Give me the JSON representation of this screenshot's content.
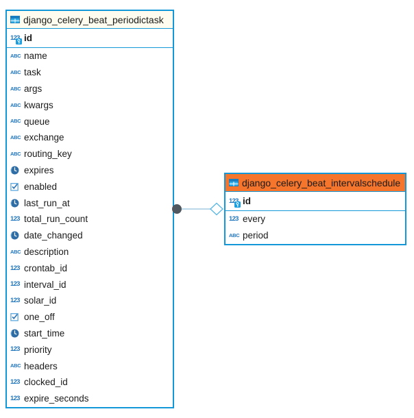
{
  "tables": [
    {
      "title": "django_celery_beat_periodictask",
      "header_bg": "#fdfcee",
      "key_fields": [
        {
          "name": "id",
          "icon": "numeric-key-icon"
        }
      ],
      "fields": [
        {
          "name": "name",
          "icon": "text-icon"
        },
        {
          "name": "task",
          "icon": "text-icon"
        },
        {
          "name": "args",
          "icon": "text-icon"
        },
        {
          "name": "kwargs",
          "icon": "text-icon"
        },
        {
          "name": "queue",
          "icon": "text-icon"
        },
        {
          "name": "exchange",
          "icon": "text-icon"
        },
        {
          "name": "routing_key",
          "icon": "text-icon"
        },
        {
          "name": "expires",
          "icon": "datetime-icon"
        },
        {
          "name": "enabled",
          "icon": "boolean-icon"
        },
        {
          "name": "last_run_at",
          "icon": "datetime-icon"
        },
        {
          "name": "total_run_count",
          "icon": "numeric-icon"
        },
        {
          "name": "date_changed",
          "icon": "datetime-icon"
        },
        {
          "name": "description",
          "icon": "text-icon"
        },
        {
          "name": "crontab_id",
          "icon": "numeric-icon"
        },
        {
          "name": "interval_id",
          "icon": "numeric-icon"
        },
        {
          "name": "solar_id",
          "icon": "numeric-icon"
        },
        {
          "name": "one_off",
          "icon": "boolean-icon"
        },
        {
          "name": "start_time",
          "icon": "datetime-icon"
        },
        {
          "name": "priority",
          "icon": "numeric-icon"
        },
        {
          "name": "headers",
          "icon": "text-icon"
        },
        {
          "name": "clocked_id",
          "icon": "numeric-icon"
        },
        {
          "name": "expire_seconds",
          "icon": "numeric-icon"
        }
      ]
    },
    {
      "title": "django_celery_beat_intervalschedule",
      "header_bg": "#f4752b",
      "key_fields": [
        {
          "name": "id",
          "icon": "numeric-key-icon"
        }
      ],
      "fields": [
        {
          "name": "every",
          "icon": "numeric-icon"
        },
        {
          "name": "period",
          "icon": "text-icon"
        }
      ]
    }
  ],
  "icon_glyphs": {
    "text-icon": "ABC",
    "numeric-icon": "123"
  },
  "colors": {
    "table_border": "#1297d8",
    "icon_blue": "#1f76bf",
    "field_text": "#1a1a1a",
    "connector_line": "#a3c8e2",
    "connector_dot": "#50575e",
    "connector_diamond": "#56b6e4",
    "key_badge_bg": "#1b9fe0"
  }
}
